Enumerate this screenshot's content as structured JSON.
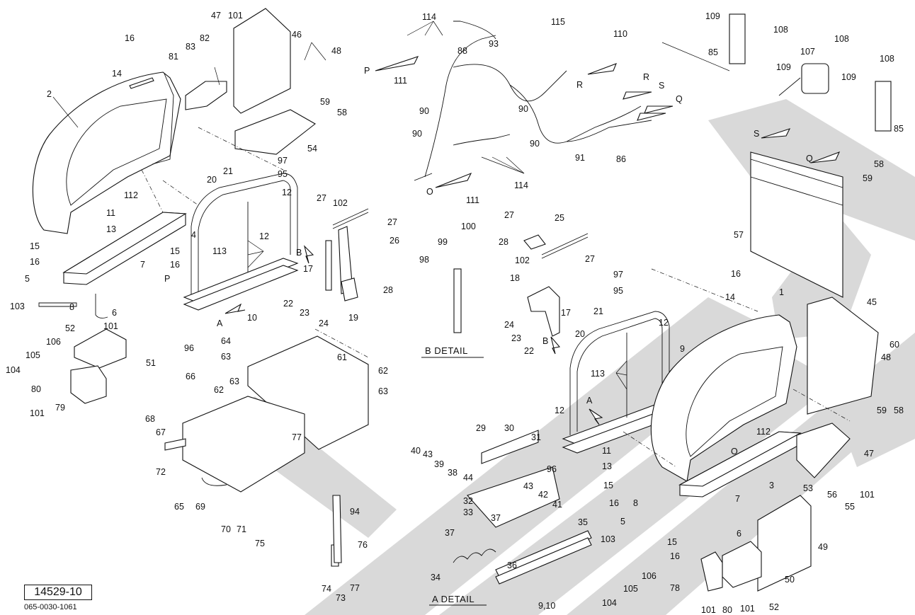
{
  "drawing": {
    "drawing_number": "14529-10",
    "sub_code": "065-0030-1061"
  },
  "details": {
    "a_title": "A DETAIL",
    "b_title": "B DETAIL"
  },
  "arrows": {
    "P1": "P",
    "P2": "P",
    "O1": "O",
    "O2": "O",
    "R1": "R",
    "R2": "R",
    "S1": "S",
    "S2": "S",
    "Q1": "Q",
    "Q2": "Q",
    "A1": "A",
    "A2": "A",
    "B1": "B",
    "B2": "B"
  },
  "callouts": {
    "c2": "2",
    "c14a": "14",
    "c16a": "16",
    "c4": "4",
    "c11a": "11",
    "c13a": "13",
    "c112a": "112",
    "c15a": "15",
    "c16b": "16",
    "c15b": "15",
    "c16c": "16",
    "c7a": "7",
    "c5a": "5",
    "c8a": "8",
    "c103a": "103",
    "c6a": "6",
    "c104a": "104",
    "c105a": "105",
    "c106a": "106",
    "c52a": "52",
    "c101a": "101",
    "c51": "51",
    "c80a": "80",
    "c101b": "101",
    "c79": "79",
    "c47a": "47",
    "c101c": "101",
    "c82": "82",
    "c83": "83",
    "c81": "81",
    "c46": "46",
    "c48a": "48",
    "c59a": "59",
    "c58a": "58",
    "c54": "54",
    "c97a": "97",
    "c95a": "95",
    "c21a": "21",
    "c20a": "20",
    "c12a": "12",
    "c12b": "12",
    "c113a": "113",
    "c10": "10",
    "c96a": "96",
    "c27a": "27",
    "c102a": "102",
    "c27b": "27",
    "c26": "26",
    "c28a": "28",
    "c17a": "17",
    "c22a": "22",
    "c23a": "23",
    "c24a": "24",
    "c19": "19",
    "c64": "64",
    "c63a": "63",
    "c61": "61",
    "c62a": "62",
    "c63b": "63",
    "c62b": "62",
    "c63c": "63",
    "c66": "66",
    "c68": "68",
    "c67": "67",
    "c72": "72",
    "c65": "65",
    "c69": "69",
    "c77a": "77",
    "c70": "70",
    "c71": "71",
    "c75": "75",
    "c94": "94",
    "c76": "76",
    "c74": "74",
    "c73": "73",
    "c77b": "77",
    "c114a": "114",
    "c88": "88",
    "c111a": "111",
    "c90a": "90",
    "c90b": "90",
    "c90c": "90",
    "c93": "93",
    "c90d": "90",
    "c115": "115",
    "c110": "110",
    "c91": "91",
    "c86": "86",
    "c114b": "114",
    "c111b": "111",
    "c109a": "109",
    "c108a": "108",
    "c85a": "85",
    "c108b": "108",
    "c107": "107",
    "c109b": "109",
    "c108c": "108",
    "c109c": "109",
    "c85b": "85",
    "c100": "100",
    "c99": "99",
    "c98": "98",
    "c27c": "27",
    "c25": "25",
    "c28b": "28",
    "c102b": "102",
    "c27d": "27",
    "c18": "18",
    "c24b": "24",
    "c23b": "23",
    "c22b": "22",
    "c17b": "17",
    "c97b": "97",
    "c95b": "95",
    "c21b": "21",
    "c20b": "20",
    "c12c": "12",
    "c9": "9",
    "c113b": "113",
    "c12d": "12",
    "c96b": "96",
    "c58b": "58",
    "c59b": "59",
    "c57": "57",
    "c16d": "16",
    "c14b": "14",
    "c1": "1",
    "c45": "45",
    "c60": "60",
    "c48b": "48",
    "c59c": "59",
    "c58c": "58",
    "c47b": "47",
    "c101d": "101",
    "c53": "53",
    "c56": "56",
    "c55": "55",
    "c40": "40",
    "c43a": "43",
    "c39": "39",
    "c38": "38",
    "c44": "44",
    "c29": "29",
    "c30": "30",
    "c31": "31",
    "c43b": "43",
    "c42": "42",
    "c41": "41",
    "c32": "32",
    "c33": "33",
    "c37a": "37",
    "c37b": "37",
    "c35": "35",
    "c34": "34",
    "c36": "36",
    "c9_10": "9,10",
    "c11b": "11",
    "c13b": "13",
    "c112b": "112",
    "c15c": "15",
    "c16e": "16",
    "c7b": "7",
    "c3": "3",
    "c8b": "8",
    "c5b": "5",
    "c6b": "6",
    "c103b": "103",
    "c15d": "15",
    "c16f": "16",
    "c106b": "106",
    "c105b": "105",
    "c104b": "104",
    "c78": "78",
    "c101e": "101",
    "c80b": "80",
    "c101f": "101",
    "c52b": "52",
    "c50": "50",
    "c49": "49"
  }
}
